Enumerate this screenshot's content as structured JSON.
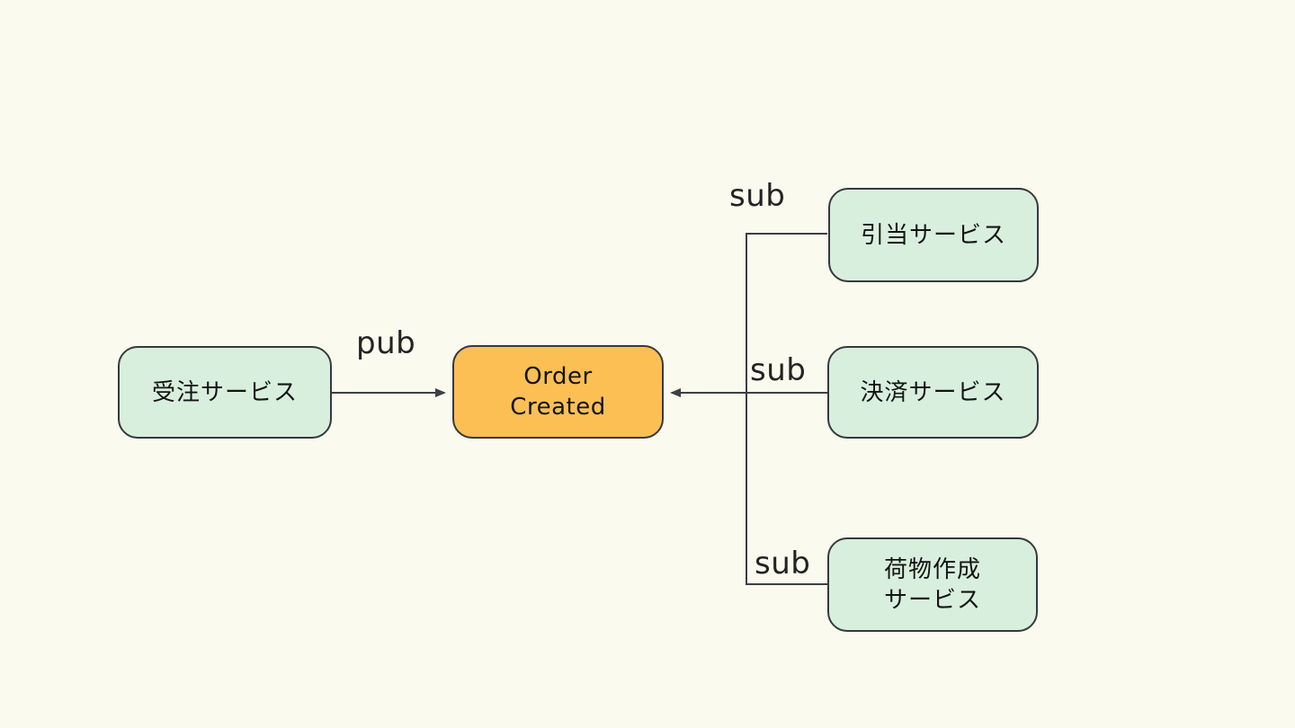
{
  "nodes": {
    "order_service": {
      "label": "受注サービス"
    },
    "order_created": {
      "line1": "Order",
      "line2": "Created"
    },
    "allocation_service": {
      "label": "引当サービス"
    },
    "payment_service": {
      "label": "決済サービス"
    },
    "package_service": {
      "line1": "荷物作成",
      "line2": "サービス"
    }
  },
  "edge_labels": {
    "pub": "pub",
    "sub_allocation": "sub",
    "sub_payment": "sub",
    "sub_package": "sub"
  },
  "colors": {
    "background": "#FAFAEF",
    "service_fill": "#D9EFDE",
    "event_fill": "#FBBF54",
    "node_border": "#36393D",
    "connector": "#3C4043",
    "label_text": "#232323"
  }
}
